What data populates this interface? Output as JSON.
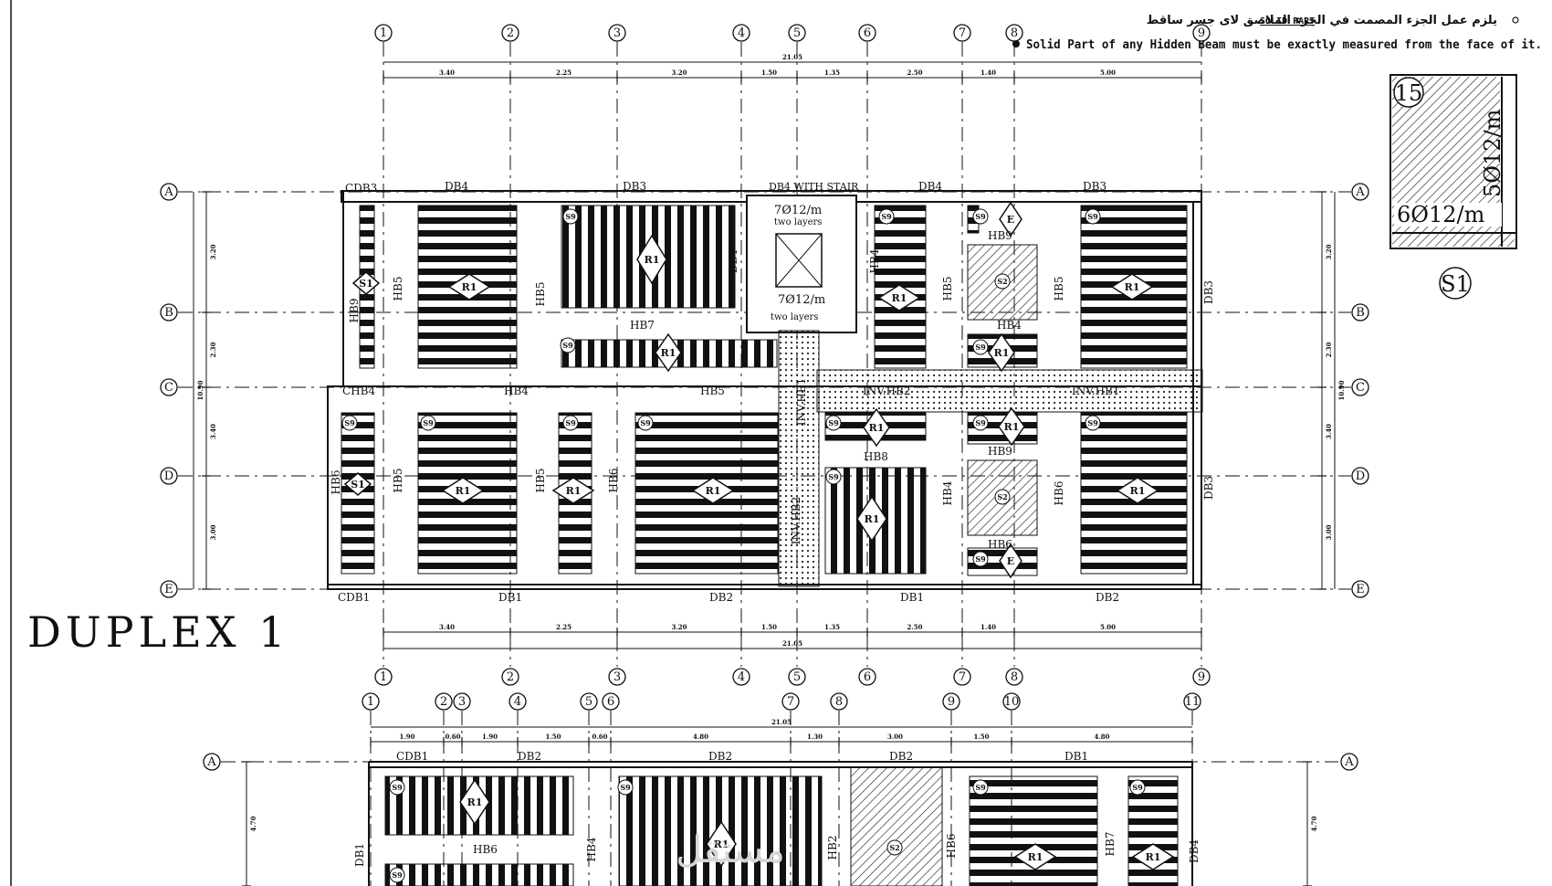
{
  "notes": {
    "arabic": "يلزم عمل الجزء المصمت في الجزء الملاصق لاى جسر ساقط",
    "solid_part_tag": "SOLID PART",
    "english": "Solid Part of any Hidden Beam must be exactly measured from the face of it."
  },
  "duplex1": {
    "title": "DUPLEX 1",
    "grid_cols": [
      "1",
      "2",
      "3",
      "4",
      "5",
      "6",
      "7",
      "8",
      "9"
    ],
    "grid_rows": [
      "A",
      "B",
      "C",
      "D",
      "E"
    ],
    "spans": [
      "3.40",
      "2.25",
      "3.20",
      "1.50",
      "1.35",
      "2.50",
      "1.40",
      "5.00"
    ],
    "total": "21.05",
    "row_spans": [
      "3.20",
      "2.30",
      "3.40",
      "3.00"
    ],
    "row_total": "10.90",
    "top_beams": [
      "CDB3",
      "DB4",
      "DB3",
      "DB4 WITH STAIR",
      "DB4",
      "DB3"
    ],
    "mid_beams": [
      "CHB4",
      "HB4",
      "HB5",
      "INV.HB2",
      "INV.HB1"
    ],
    "bottom_beams": [
      "CDB1",
      "DB1",
      "DB2",
      "DB1",
      "DB2"
    ],
    "vertical_beams": [
      "HB9",
      "HB5",
      "HB5",
      "DB4",
      "HB4",
      "HB5",
      "HB5",
      "DB3",
      "HB6",
      "HB6",
      "HB7",
      "HB8",
      "HB9",
      "HB9",
      "HB4",
      "HB6",
      "DB3",
      "INV.HB1",
      "INV.HB2"
    ],
    "slab_labels": {
      "ribbed": "R1",
      "solid": "S1",
      "solid_alt": "S2",
      "block": "S9",
      "edge": "E"
    },
    "stair_text": [
      "7Ø12/m",
      "two layers",
      "7Ø12/m",
      "two layers"
    ]
  },
  "detail": {
    "number": "15",
    "rebar_vertical": "5Ø12/m",
    "rebar_horizontal": "6Ø12/m",
    "label": "S1"
  },
  "duplex2": {
    "grid_cols": [
      "1",
      "2",
      "3",
      "4",
      "5",
      "6",
      "7",
      "8",
      "9",
      "10",
      "11"
    ],
    "grid_rows": [
      "A"
    ],
    "spans": [
      "1.90",
      "0.60",
      "1.90",
      "1.50",
      "0.60",
      "4.80",
      "1.30",
      "3.00",
      "1.50",
      "4.80"
    ],
    "total": "21.05",
    "row_spans": [
      "4.70"
    ],
    "top_beams": [
      "CDB1",
      "DB2",
      "DB2",
      "DB2",
      "DB1"
    ],
    "inner_beams": [
      "HB6",
      "DB1",
      "HB4",
      "HB2",
      "HB6",
      "HB7",
      "DB4"
    ]
  },
  "watermark": "مستقل"
}
